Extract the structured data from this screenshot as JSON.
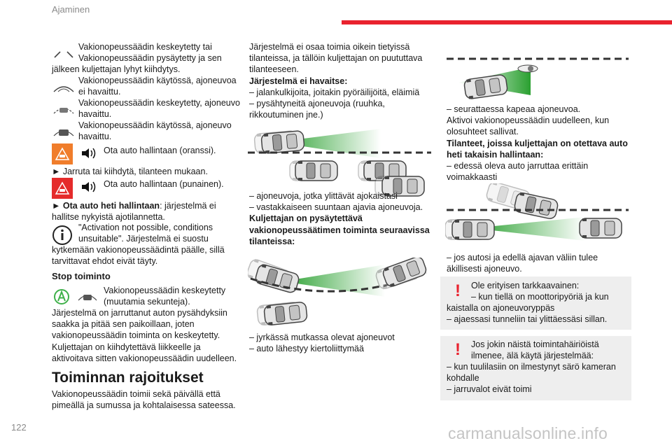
{
  "header": {
    "section": "Ajaminen",
    "page_number": "122",
    "watermark": "carmanualsonline.info"
  },
  "col1": {
    "p1a": "Vakionopeussäädin keskeytetty tai",
    "p1b": "Vakionopeussäädin pysäytetty ja sen",
    "p1c": "jälkeen kuljettajan lyhyt kiihdytys.",
    "p2a": "Vakionopeussäädin käytössä, ajoneuvoa",
    "p2b": "ei havaittu.",
    "p3a": "Vakionopeussäädin keskeytetty, ajoneuvo",
    "p3b": "havaittu.",
    "p4a": "Vakionopeussäädin käytössä, ajoneuvo",
    "p4b": "havaittu.",
    "p5": "Ota auto hallintaan (oranssi).",
    "p6": "Jarruta tai kiihdytä, tilanteen mukaan.",
    "p7": "Ota auto hallintaan (punainen).",
    "p8_bold": "Ota auto heti hallintaan",
    "p8a": ": järjestelmä ei",
    "p8b": "hallitse nykyistä ajotilannetta.",
    "p9a": "\"Activation not possible, conditions",
    "p9b": "unsuitable\". Järjestelmä ei suostu",
    "p9c": "kytkemään vakionopeussäädintä päälle, sillä",
    "p9d": "tarvittavat ehdot eivät täyty.",
    "stop_heading": "Stop toiminto",
    "p10a": "Vakionopeussäädin keskeytetty",
    "p10b": "(muutamia sekunteja).",
    "p11a": "Järjestelmä on jarruttanut auton pysähdyksiin",
    "p11b": "saakka ja pitää sen paikoillaan, joten",
    "p11c": "vakionopeussäädin toiminta on keskeytetty.",
    "p11d": "Kuljettajan on kiihdytettävä liikkeelle ja",
    "p11e": "aktivoitava sitten vakionopeussäädin uudelleen.",
    "section_heading": "Toiminnan rajoitukset",
    "p12a": "Vakionopeussäädin toimii sekä päivällä että",
    "p12b": "pimeällä ja sumussa ja kohtalaisessa sateessa."
  },
  "col2": {
    "p1a": "Järjestelmä ei osaa toimia oikein tietyissä",
    "p1b": "tilanteissa, ja tällöin kuljettajan on puututtava",
    "p1c": "tilanteeseen.",
    "b1": "Järjestelmä ei havaitse:",
    "l1": "–  jalankulkijoita, joitakin pyöräilijöitä, eläimiä",
    "l2a": "–  pysähtyneitä ajoneuvoja (ruuhka,",
    "l2b": "rikkoutuminen jne.)",
    "l3": "–  ajoneuvoja, jotka ylittävät ajokaistasi",
    "l4": "–  vastakkaiseen suuntaan ajavia ajoneuvoja.",
    "b2a": "Kuljettajan on pysäytettävä",
    "b2b": "vakionopeussäätimen toiminta seuraavissa",
    "b2c": "tilanteissa:",
    "l5": "–  jyrkässä mutkassa olevat ajoneuvot",
    "l6": "–  auto lähestyy kiertoliittymää"
  },
  "col3": {
    "l1": "–  seurattaessa kapeaa ajoneuvoa.",
    "p1a": "Aktivoi vakionopeussäädin uudelleen, kun",
    "p1b": "olosuhteet sallivat.",
    "b1a": "Tilanteet, joissa kuljettajan on otettava auto",
    "b1b": "heti takaisin hallintaan:",
    "l2a": "–  edessä oleva auto jarruttaa erittäin",
    "l2b": "voimakkaasti",
    "l3a": "–  jos autosi ja edellä ajavan väliin tulee",
    "l3b": "äkillisesti ajoneuvo.",
    "note1a": "Ole erityisen tarkkaavainen:",
    "note1b": "–  kun tiellä on moottoripyöriä ja kun",
    "note1c": "kaistalla on ajoneuvoryppäs",
    "note1d": "–  ajaessasi tunneliin tai ylittäessäsi sillan.",
    "note2a": "Jos jokin näistä toimintahäiriöistä",
    "note2b": "ilmenee, älä käytä järjestelmää:",
    "note2c": "–  kun tuulilasiin on ilmestynyt särö kameran",
    "note2d": "kohdalle",
    "note2e": "–  jarruvalot eivät toimi"
  },
  "colors": {
    "accent": "#e9222e",
    "orange": "#f07d2b",
    "green": "#3fb14a",
    "note_bg": "#eeeeee"
  },
  "icons": [
    "broken-lane-icon",
    "lane-arc-icon",
    "lane-arc-car-icon",
    "car-icon",
    "orange-alert-icon",
    "red-alert-icon",
    "speaker-icon",
    "info-icon",
    "green-a-icon",
    "warning-exclamation-icon"
  ]
}
